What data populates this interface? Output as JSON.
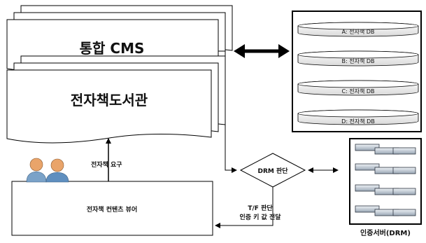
{
  "cms": {
    "title": "통합 CMS"
  },
  "library": {
    "title": "전자책도서관"
  },
  "request_label": "전자책 요구",
  "viewer": {
    "title": "전자책 컨텐츠 뷰어"
  },
  "drm": {
    "label": "DRM 판단"
  },
  "result_label": {
    "line1": "T/F 판단",
    "line2": "인증 키 값 전달"
  },
  "databases": [
    {
      "label": "A: 전자책 DB"
    },
    {
      "label": "B: 전자책 DB"
    },
    {
      "label": "C: 전자책 DB"
    },
    {
      "label": "D: 전자책 DB"
    }
  ],
  "auth_server": {
    "label": "인증서버(DRM)"
  },
  "colors": {
    "line": "#000000",
    "doc_fill": "#ffffff",
    "server_light": "#dfe6ee",
    "server_dark": "#4a5868",
    "user_head": "#e9a46a",
    "user_body": "#7aa2c8"
  }
}
